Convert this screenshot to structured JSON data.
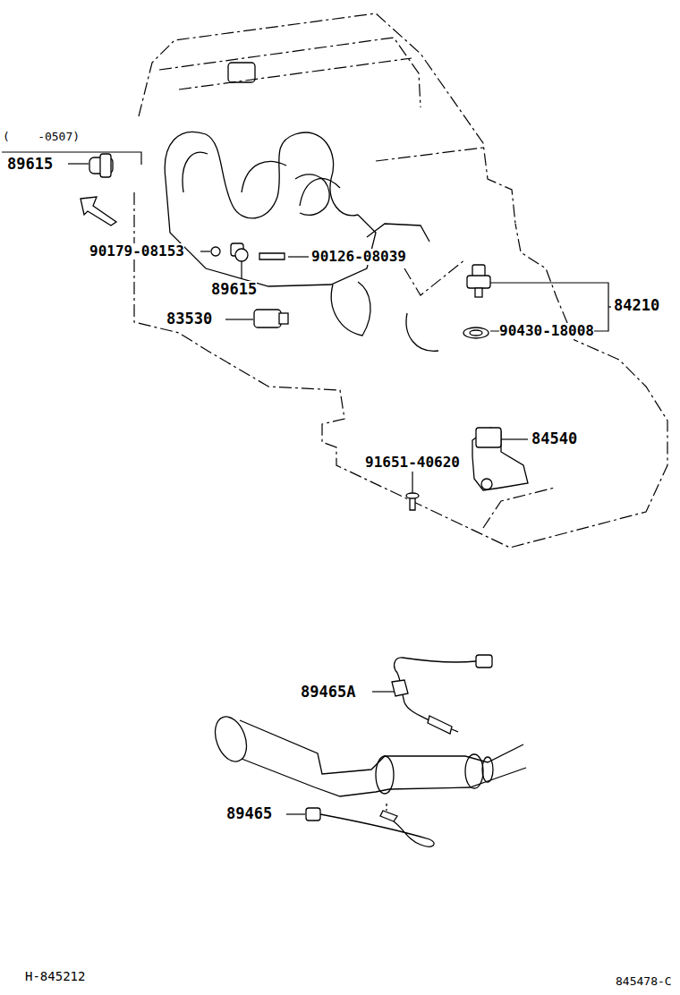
{
  "diagram": {
    "labels": [
      "(    -0507)",
      "89615",
      "90179-08153",
      "90126-08039",
      "89615",
      "84210",
      "83530",
      "90430-18008",
      "84540",
      "91651-40620",
      "89465A",
      "89465",
      "H-845212",
      "845478-C"
    ]
  }
}
